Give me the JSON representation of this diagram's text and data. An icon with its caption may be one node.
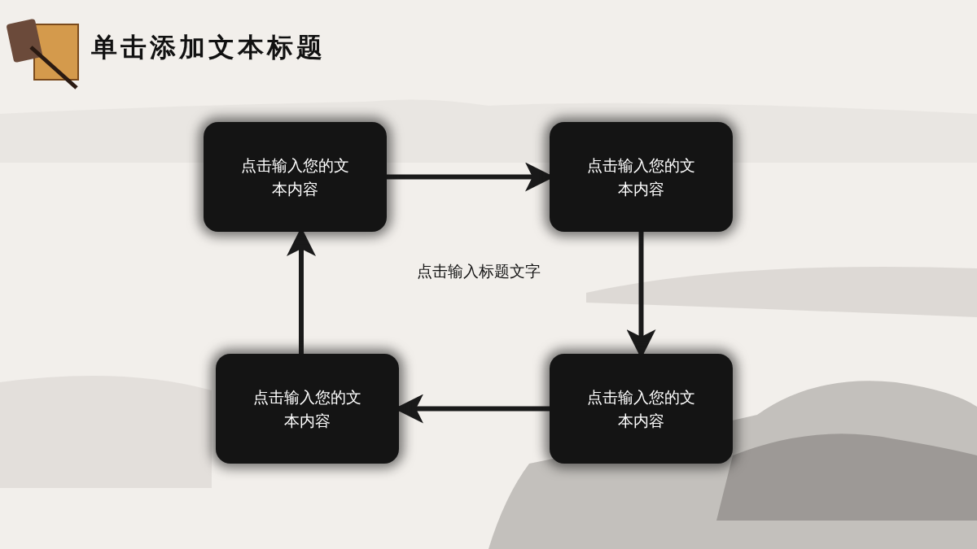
{
  "diagram": {
    "title": "单击添加文本标题",
    "nodes": [
      {
        "text": [
          "点击输入您的文本内容"
        ]
      },
      {
        "text": [
          "点击输入您的文本内容"
        ]
      },
      {
        "text": [
          "点击输入您的文本内容"
        ]
      },
      {
        "text": [
          "点击输入您的文本内容"
        ]
      }
    ],
    "edges": [
      {
        "from": 0,
        "to": 1,
        "arrow": "to"
      },
      {
        "from": 1,
        "to": 3,
        "arrow": "to"
      },
      {
        "from": 3,
        "to": 2,
        "arrow": "to"
      },
      {
        "from": 2,
        "to": 0,
        "arrow": "to"
      }
    ],
    "labels": [
      "点击输入标题文字"
    ]
  }
}
